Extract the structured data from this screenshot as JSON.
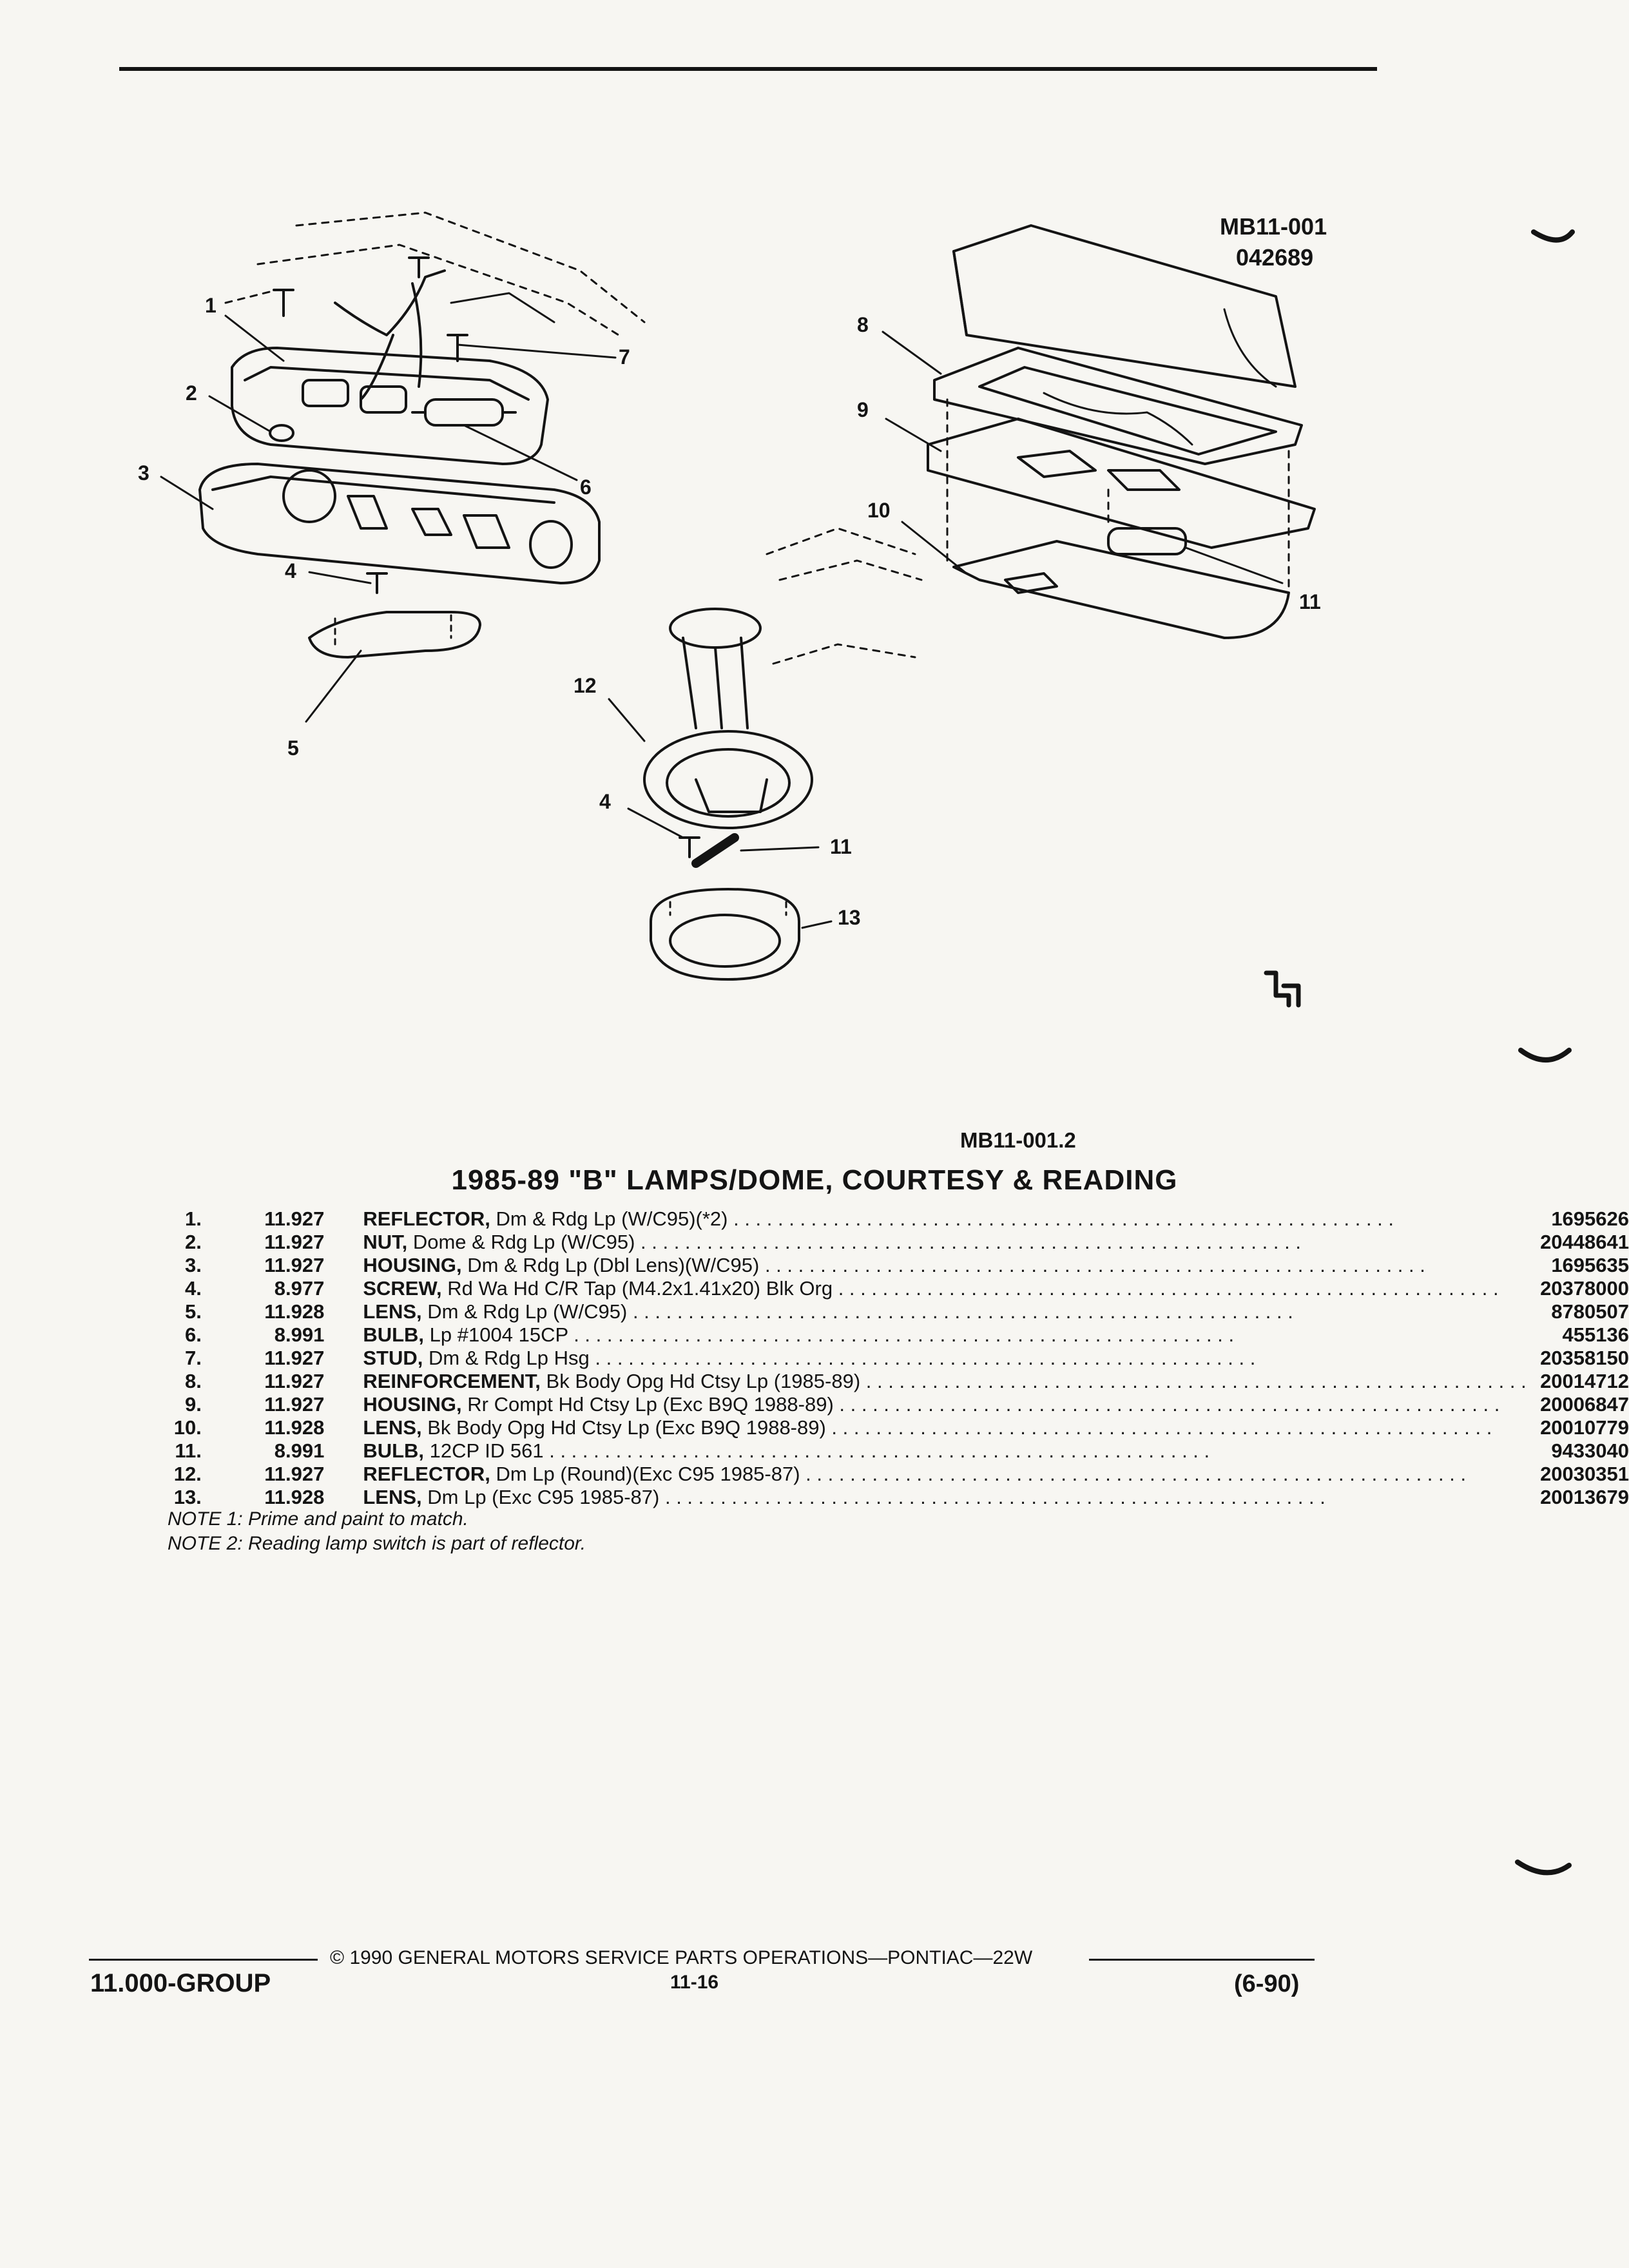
{
  "figure": {
    "codes": [
      "MB11-001",
      "042689"
    ],
    "bottom_code": "MB11-001.2",
    "callouts": [
      "1",
      "2",
      "3",
      "4",
      "5",
      "6",
      "7",
      "8",
      "9",
      "10",
      "11",
      "12",
      "4",
      "11",
      "13"
    ]
  },
  "title": "1985-89 \"B\" LAMPS/DOME, COURTESY & READING",
  "parts": [
    {
      "idx": "1.",
      "group": "11.927",
      "name": "REFLECTOR,",
      "desc": "Dm & Rdg Lp (W/C95)(*2)",
      "pn": "1695626"
    },
    {
      "idx": "2.",
      "group": "11.927",
      "name": "NUT,",
      "desc": "Dome & Rdg Lp (W/C95)",
      "pn": "20448641"
    },
    {
      "idx": "3.",
      "group": "11.927",
      "name": "HOUSING,",
      "desc": "Dm & Rdg Lp (Dbl Lens)(W/C95)",
      "pn": "1695635"
    },
    {
      "idx": "4.",
      "group": "8.977",
      "name": "SCREW,",
      "desc": "Rd Wa Hd C/R Tap (M4.2x1.41x20) Blk Org",
      "pn": "20378000"
    },
    {
      "idx": "5.",
      "group": "11.928",
      "name": "LENS,",
      "desc": "Dm & Rdg Lp (W/C95)",
      "pn": "8780507"
    },
    {
      "idx": "6.",
      "group": "8.991",
      "name": "BULB,",
      "desc": "Lp #1004 15CP",
      "pn": "455136"
    },
    {
      "idx": "7.",
      "group": "11.927",
      "name": "STUD,",
      "desc": "Dm & Rdg Lp Hsg",
      "pn": "20358150"
    },
    {
      "idx": "8.",
      "group": "11.927",
      "name": "REINFORCEMENT,",
      "desc": "Bk Body Opg Hd Ctsy Lp (1985-89)",
      "pn": "20014712"
    },
    {
      "idx": "9.",
      "group": "11.927",
      "name": "HOUSING,",
      "desc": "Rr Compt Hd Ctsy Lp (Exc B9Q 1988-89)",
      "pn": "20006847"
    },
    {
      "idx": "10.",
      "group": "11.928",
      "name": "LENS,",
      "desc": "Bk Body Opg Hd Ctsy Lp (Exc B9Q 1988-89)",
      "pn": "20010779"
    },
    {
      "idx": "11.",
      "group": "8.991",
      "name": "BULB,",
      "desc": "12CP ID 561",
      "pn": "9433040"
    },
    {
      "idx": "12.",
      "group": "11.927",
      "name": "REFLECTOR,",
      "desc": "Dm Lp (Round)(Exc C95 1985-87)",
      "pn": "20030351"
    },
    {
      "idx": "13.",
      "group": "11.928",
      "name": "LENS,",
      "desc": "Dm Lp (Exc C95 1985-87)",
      "pn": "20013679"
    }
  ],
  "notes": [
    "NOTE 1: Prime and paint to match.",
    "NOTE 2: Reading lamp switch is part of reflector."
  ],
  "footer": {
    "copyright": "© 1990 GENERAL MOTORS SERVICE PARTS OPERATIONS—PONTIAC—22W",
    "group": "11.000-GROUP",
    "page": "11-16",
    "date": "(6-90)"
  }
}
